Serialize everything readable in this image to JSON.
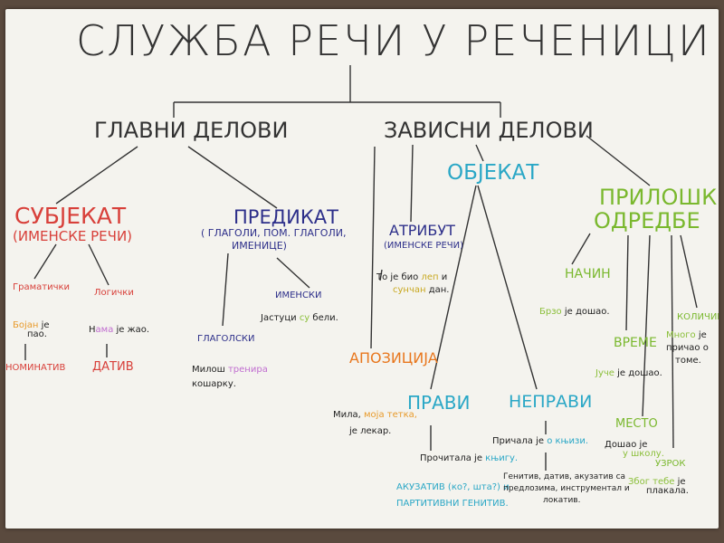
{
  "title": "СЛУЖБА РЕЧИ У РЕЧЕНИЦИ",
  "main": {
    "glavni": "ГЛАВНИ ДЕЛОВИ",
    "zavisni": "ЗАВИСНИ ДЕЛОВИ"
  },
  "subjekat": {
    "label": "СУБЈЕКАТ",
    "sub": "(ИМЕНСКЕ РЕЧИ)",
    "gram": "Граматички",
    "gram_ex_a": "Бојан",
    "gram_ex_b": "је",
    "gram_ex_c": "пао.",
    "nominativ": "НОМИНАТИВ",
    "log": "Логички",
    "log_ex_a": "Н",
    "log_ex_b": "ама",
    "log_ex_c": "је жао.",
    "dativ": "ДАТИВ"
  },
  "predikat": {
    "label": "ПРЕДИКАТ",
    "sub1": "( ГЛАГОЛИ, ПОМ. ГЛАГОЛИ,",
    "sub2": "ИМЕНИЦЕ)",
    "imenski": "ИМЕНСКИ",
    "imenski_ex_a": "Јастуци",
    "imenski_ex_b": "су",
    "imenski_ex_c": "бели.",
    "glagolski": "ГЛАГОЛСКИ",
    "glagolski_ex1_a": "Милош",
    "glagolski_ex1_b": "тренира",
    "glagolski_ex2": "кошарку."
  },
  "atribut": {
    "label": "АТРИБУТ",
    "sub": "(ИМЕНСКЕ РЕЧИ)",
    "ex1_a": "То је био",
    "ex1_b": "леп",
    "ex1_c": "и",
    "ex2_a": "сунчан",
    "ex2_b": "дан."
  },
  "apozicija": {
    "label": "АПОЗИЦИЈА",
    "ex1_a": "Мила,",
    "ex1_b": "моја тетка,",
    "ex2": "је лекар."
  },
  "objekat": {
    "label": "ОБЈЕКАТ",
    "pravi": "ПРАВИ",
    "pravi_ex_a": "Прочитала је",
    "pravi_ex_b": "књигу.",
    "pravi_case1": "АКУЗАТИВ (ко?, шта?) и",
    "pravi_case2": "ПАРТИТИВНИ ГЕНИТИВ.",
    "nepravi": "НЕПРАВИ",
    "nepravi_ex_a": "Причала је",
    "nepravi_ex_b": "о књизи.",
    "nepravi_case1": "Генитив, датив, акузатив са",
    "nepravi_case2": "предлозима, инструментал и",
    "nepravi_case3": "локатив."
  },
  "priloske": {
    "label1": "ПРИЛОШКЕ",
    "label2": "ОДРЕДБЕ",
    "nacin": "НАЧИН",
    "nacin_ex_a": "Брзо",
    "nacin_ex_b": "је дошао.",
    "vreme": "ВРЕМЕ",
    "vreme_ex_a": "Јуче",
    "vreme_ex_b": "је дошао.",
    "mesto": "МЕСТО",
    "mesto_ex_a": "Дошао је",
    "mesto_ex_b": "у школу.",
    "uzrok": "УЗРОК",
    "uzrok_ex_a": "Због тебе",
    "uzrok_ex_b": "је",
    "uzrok_ex_c": "плакала.",
    "kolicina": "КОЛИЧИНА",
    "kolicina_ex1_a": "Много",
    "kolicina_ex1_b": "је",
    "kolicina_ex2": "причао о",
    "kolicina_ex3": "томе."
  },
  "colors": {
    "subjekat": "#d8403a",
    "predikat": "#2d2f8a",
    "objekat": "#2aa7c6",
    "priloske": "#7ab82e",
    "atribut": "#2d2f8a",
    "apozicija": "#e8771e"
  }
}
